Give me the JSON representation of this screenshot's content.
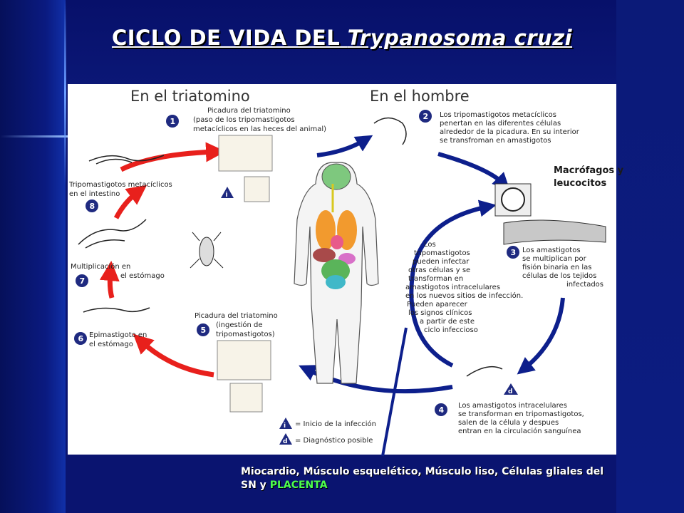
{
  "title": {
    "main": "CICLO DE VIDA DEL ",
    "species": "Trypanosoma cruzi"
  },
  "headings": {
    "vector": "En el triatomino",
    "human": "En el hombre"
  },
  "steps": [
    {
      "num": "1",
      "lines": [
        "Picadura del triatomino",
        "(paso de los tripomastigotos",
        "metacíclicos en las heces del animal)"
      ]
    },
    {
      "num": "2",
      "lines": [
        "Los tripomastigotos metacíclicos",
        "penertan en las diferentes células",
        "alrededor de la picadura. En su interior",
        "se transfroman en amastigotos"
      ]
    },
    {
      "num": "3",
      "lines": [
        "Los amastigotos",
        "se multiplican por",
        "fisión binaria en las",
        "células de los tejidos",
        "infectados"
      ]
    },
    {
      "num": "4",
      "lines": [
        "Los amastigotos intracelulares",
        "se transforman en tripomastigotos,",
        "salen de la célula y  despues",
        "entran en la circulación sanguínea"
      ]
    },
    {
      "num": "5",
      "lines": [
        "Picadura del triatomino",
        "(ingestión de",
        "tripomastigotos)"
      ]
    },
    {
      "num": "6",
      "lines": [
        "Epimastigoto en",
        "el estómago"
      ]
    },
    {
      "num": "7",
      "lines": [
        "Multiplicación en",
        "el estómago"
      ]
    },
    {
      "num": "8",
      "lines": [
        "Tripomastigotos metacíclicos",
        "en el intestino"
      ]
    }
  ],
  "center_text": [
    "Los",
    "tripomastigotos",
    "pueden infectar",
    "otras células y se",
    "transforman en",
    "amastigotos intracelulares",
    "en los nuevos sitios de infección.",
    "Pueden aparecer",
    "los signos clínicos",
    "a partir de este",
    "ciclo infeccioso"
  ],
  "legend": {
    "i_symbol": "i",
    "i_label": "= Inicio de la infección",
    "d_symbol": "d",
    "d_label": "= Diagnóstico posible"
  },
  "annotations": {
    "macrophages": "Macrófagos y leucocitos",
    "tissues": "Miocardio, Músculo esquelético, Músculo liso, Células gliales del SN y ",
    "placenta": "PLACENTA"
  },
  "colors": {
    "background": "#0a1470",
    "red_arrow": "#e8201c",
    "blue_arrow": "#0d1f8c",
    "placenta": "#4dff4d"
  }
}
